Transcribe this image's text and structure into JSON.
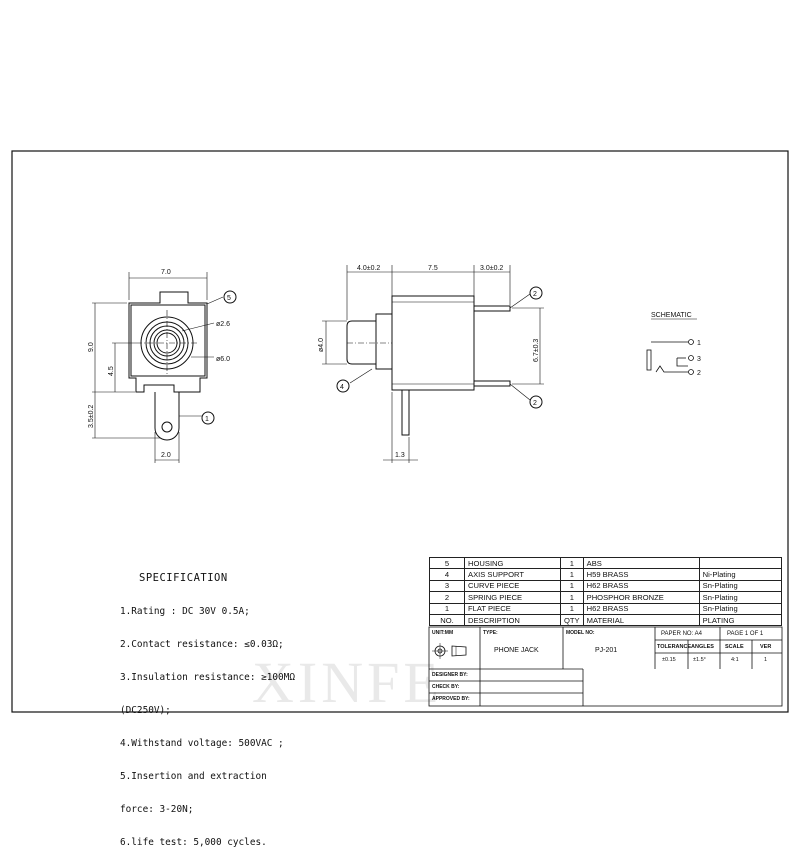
{
  "views": {
    "front": {
      "dim_width": "7.0",
      "dim_height": "9.0",
      "dim_center": "4.5",
      "dim_pin_len": "3.5±0.2",
      "dim_pin_w": "2.0",
      "dim_inner_d": "ø2.6",
      "dim_outer_d": "ø6.0",
      "callout_pin": "1",
      "callout_body": "5"
    },
    "side": {
      "dim_front": "4.0±0.2",
      "dim_body": "7.5",
      "dim_rear": "3.0±0.2",
      "dim_barrel_d": "ø4.0",
      "dim_pin_span": "6.7±0.3",
      "dim_pin_off": "1.3",
      "callout_top": "2",
      "callout_bottom": "2",
      "callout_front": "4"
    },
    "schematic": {
      "title": "SCHEMATIC",
      "pins": [
        "1",
        "3",
        "2"
      ]
    }
  },
  "specification": {
    "title": "SPECIFICATION",
    "lines": [
      "1.Rating : DC 30V 0.5A;",
      "2.Contact resistance: ≤0.03Ω;",
      "3.Insulation resistance: ≥100MΩ",
      "(DC250V);",
      "4.Withstand voltage: 500VAC ;",
      "5.Insertion and extraction",
      "force: 3-20N;",
      "6.life test: 5,000 cycles."
    ]
  },
  "bom": {
    "rows": [
      {
        "no": "5",
        "desc": "HOUSING",
        "qty": "1",
        "material": "ABS",
        "plating": ""
      },
      {
        "no": "4",
        "desc": "AXIS SUPPORT",
        "qty": "1",
        "material": "H59 BRASS",
        "plating": "Ni-Plating"
      },
      {
        "no": "3",
        "desc": "CURVE PIECE",
        "qty": "1",
        "material": "H62 BRASS",
        "plating": "Sn-Plating"
      },
      {
        "no": "2",
        "desc": "SPRING PIECE",
        "qty": "1",
        "material": "PHOSPHOR BRONZE",
        "plating": "Sn-Plating"
      },
      {
        "no": "1",
        "desc": "FLAT PIECE",
        "qty": "1",
        "material": "H62 BRASS",
        "plating": "Sn-Plating"
      }
    ],
    "header": {
      "no": "NO.",
      "desc": "DESCRIPTION",
      "qty": "QTY",
      "material": "MATERIAL",
      "plating": "PLATING"
    }
  },
  "title_block": {
    "unit_label": "UNIT:MM",
    "type_label": "TYPE:",
    "type_value": "PHONE JACK",
    "model_label": "MODEL NO:",
    "model_value": "PJ-201",
    "paper_label": "PAPER NO: A4",
    "page_label": "PAGE 1 OF 1",
    "tolerance_label": "TOLERANCE",
    "angles_label": "ANGLES",
    "scale_label": "SCALE",
    "ver_label": "VER",
    "tolerance_value": "±0.15",
    "angles_value": "±1.5°",
    "scale_value": "4:1",
    "ver_value": "1",
    "designer_label": "DESIGNER BY:",
    "check_label": "CHECK BY:",
    "approved_label": "APPROVED BY:"
  },
  "watermark": "XINFE"
}
